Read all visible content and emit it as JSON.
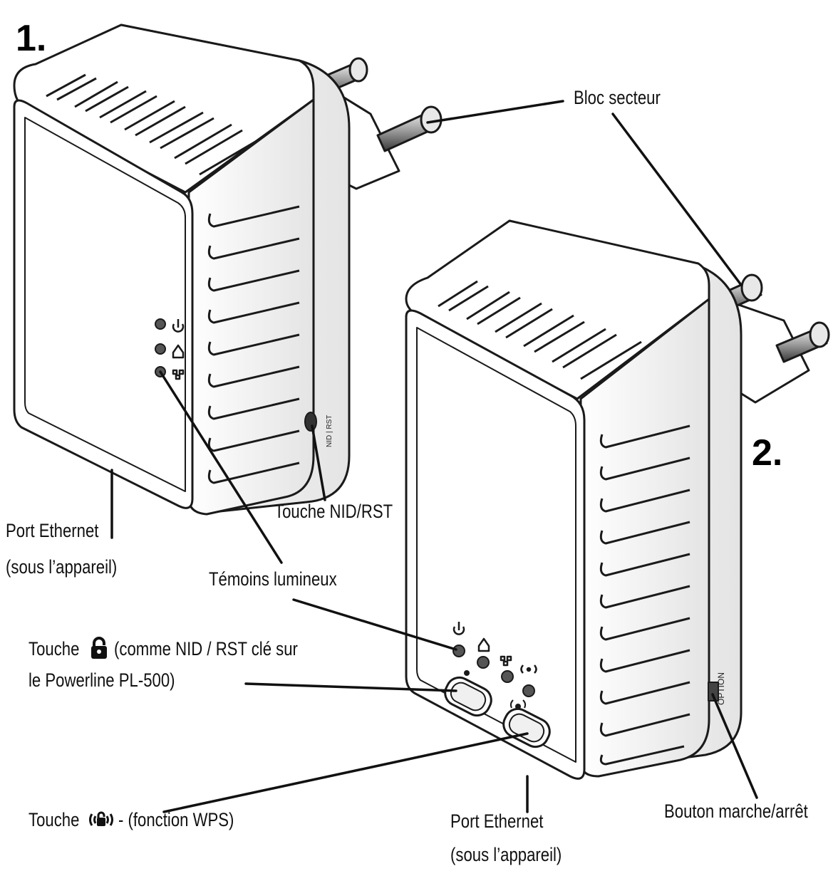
{
  "figure": {
    "device_1_number": "1.",
    "device_2_number": "2.",
    "device_1_nid_rst_print": "NID | RST",
    "device_2_option_print": "OPTION"
  },
  "callouts": {
    "bloc_secteur": "Bloc secteur",
    "port_ethernet_1_line1": "Port Ethernet",
    "port_ethernet_1_line2": "(sous l’appareil)",
    "touche_nid_rst": "Touche NID/RST",
    "temoins_lumineux": "Témoins lumineux",
    "touche_lock_prefix": "Touche",
    "touche_lock_line1_rest": "(comme NID / RST clé sur",
    "touche_lock_line2": "le Powerline PL-500)",
    "touche_wps_prefix": "Touche",
    "touche_wps_rest": "- (fonction WPS)",
    "port_ethernet_2_line1": "Port Ethernet",
    "port_ethernet_2_line2": "(sous l’appareil)",
    "bouton_marche_arret": "Bouton marche/arrêt"
  },
  "icons": [
    "power-icon",
    "home-network-icon",
    "ethernet-icon",
    "wifi-icon",
    "lock-icon",
    "wps-icon"
  ],
  "colors": {
    "outline": "#1a1a1a",
    "body": "#ffffff",
    "shadow": "#d9d9d9",
    "led": "#555555"
  }
}
